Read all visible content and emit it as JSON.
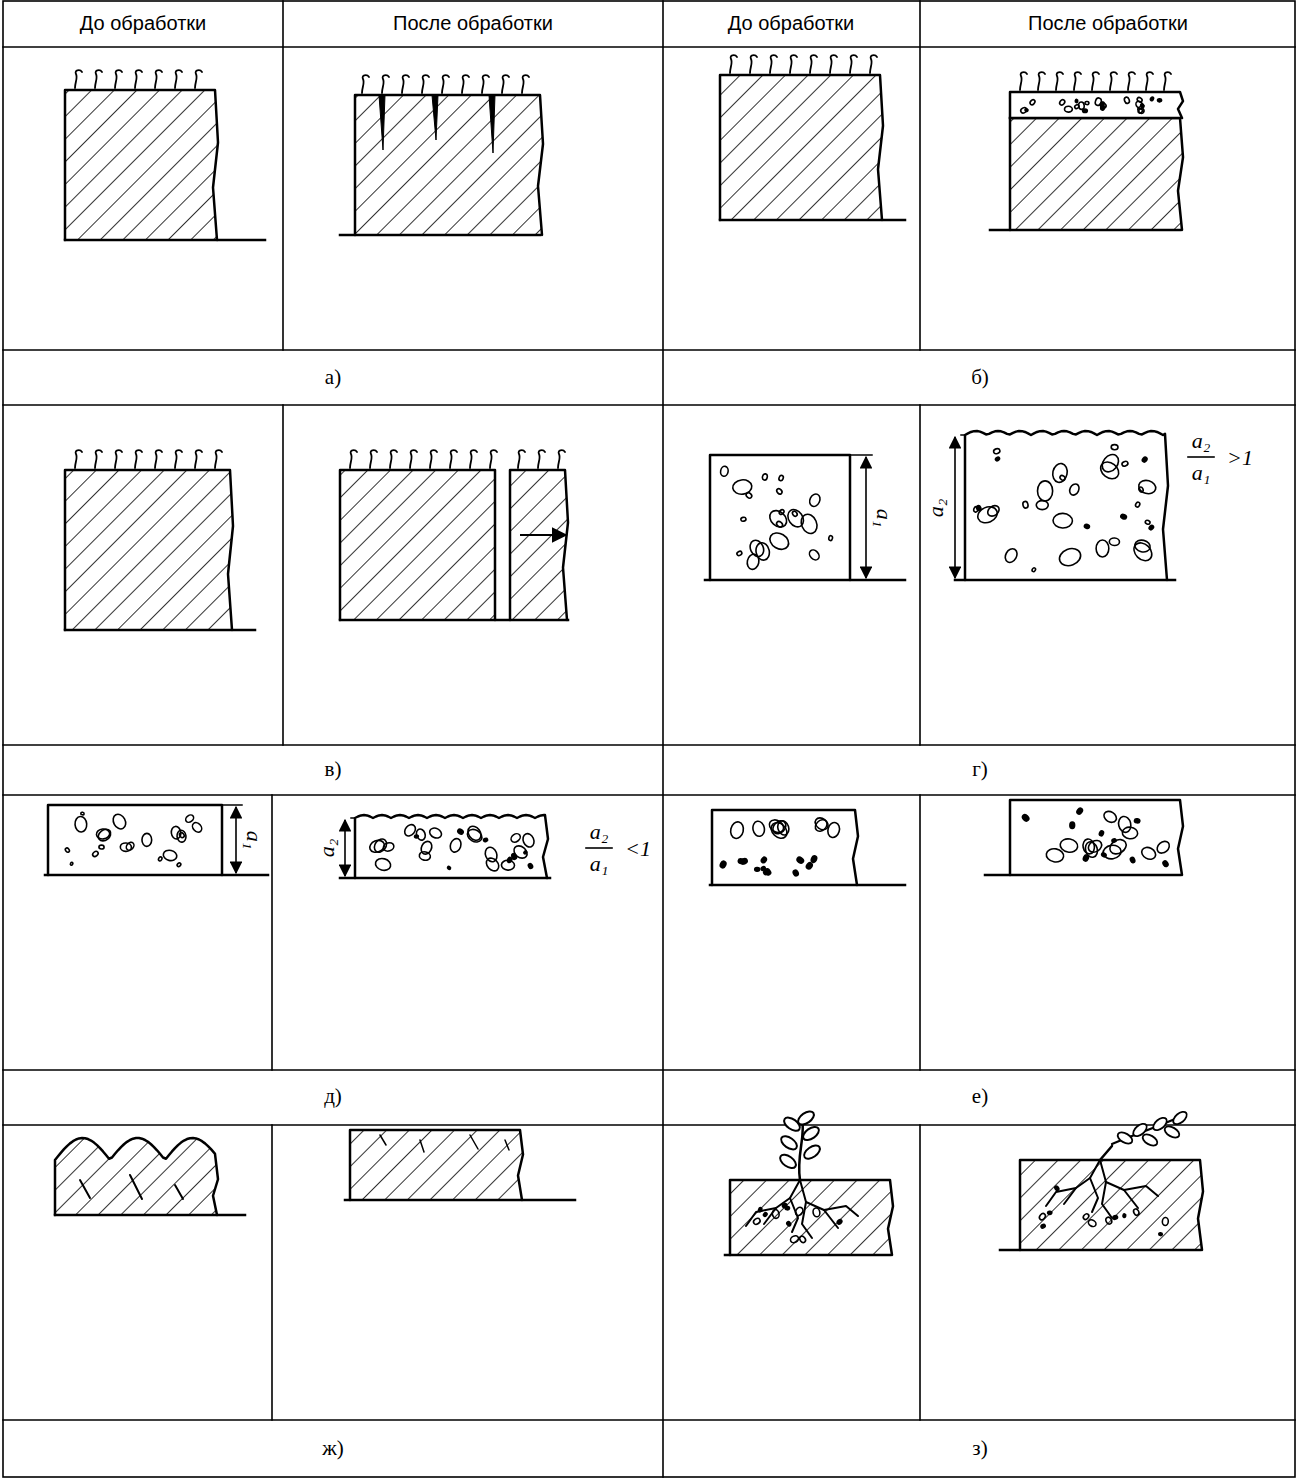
{
  "diagram": {
    "labels": [
      "До обработки",
      "После обработки",
      "До обработки",
      "После обработки",
      "а)",
      "б)",
      "в)",
      "a₁",
      "a₂",
      "a₂",
      "a₁",
      ">1",
      "г)",
      "a₁",
      "a₂",
      "a₂",
      "a₁",
      "<1",
      "д)",
      "е)",
      "ж)",
      "з)"
    ]
  }
}
